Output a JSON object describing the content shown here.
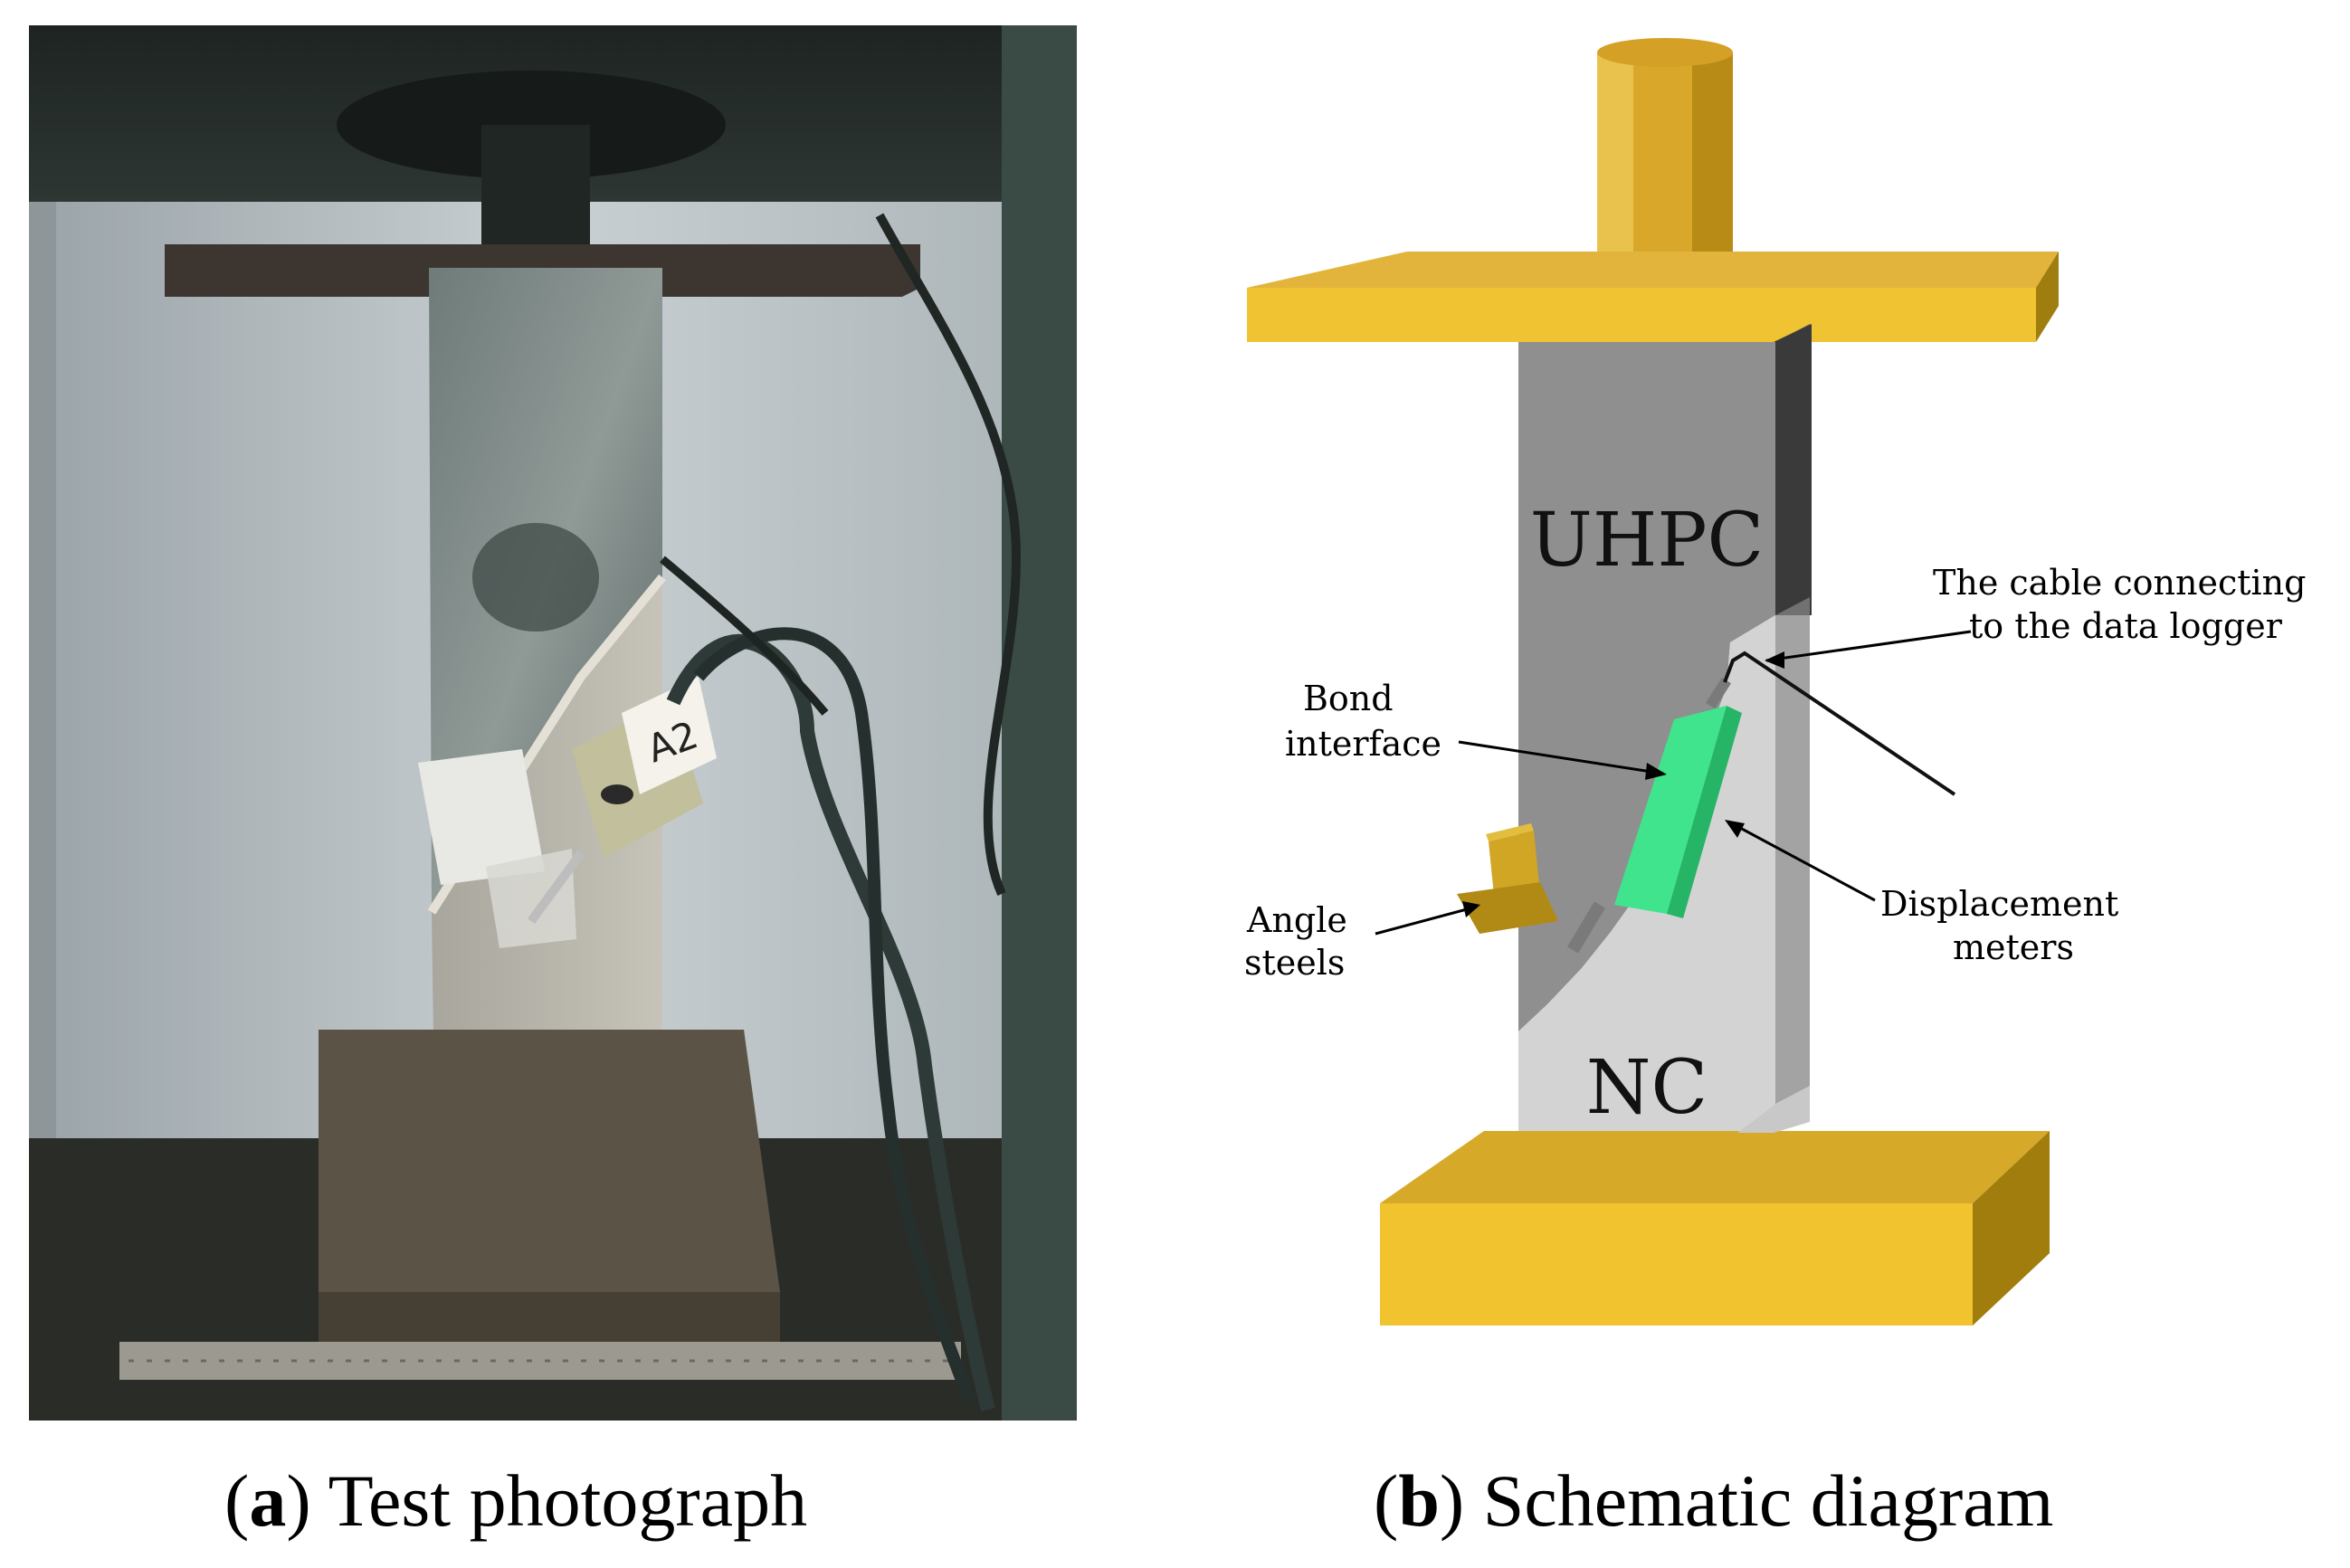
{
  "captions": {
    "a": {
      "letter": "a",
      "text": "Test photograph"
    },
    "b": {
      "letter": "b",
      "text": "Schematic diagram"
    }
  },
  "photo": {
    "marker_text": "A2"
  },
  "diagram": {
    "labels": {
      "uhpc": "UHPC",
      "nc": "NC",
      "cable_line1": "The cable connecting",
      "cable_line2": "to the data logger",
      "bond_line1": "Bond",
      "bond_line2": "interface",
      "disp_line1": "Displacement",
      "disp_line2": "meters",
      "angle_line1": "Angle",
      "angle_line2": "steels"
    },
    "colors": {
      "platen": "#e8b83a",
      "platen_dark": "#a88612",
      "uhpc": "#8c8c8c",
      "nc": "#d4d4d4",
      "meter": "#3ee08a"
    }
  }
}
